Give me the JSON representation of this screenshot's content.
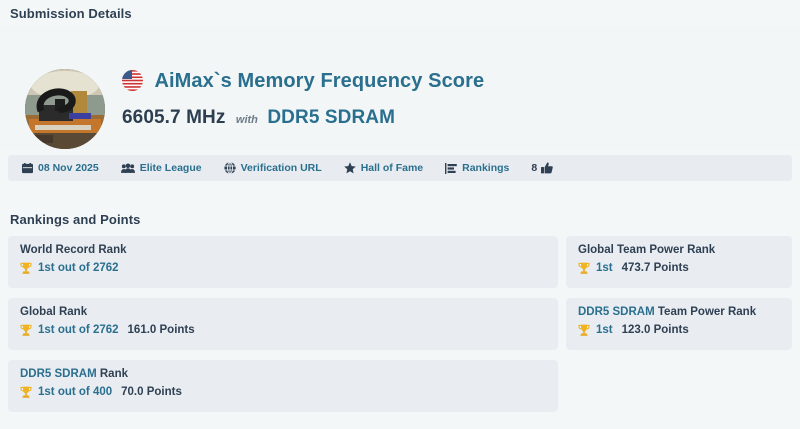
{
  "submission": {
    "section_heading": "Submission Details",
    "avatar_icon": "user-avatar-photo",
    "flag_icon": "us-flag-icon",
    "title": "AiMax`s Memory Frequency Score",
    "score_value": "6605.7 MHz",
    "with_word": "with",
    "hardware": "DDR5 SDRAM"
  },
  "meta": [
    {
      "icon": "calendar-icon",
      "label": "08 Nov 2025"
    },
    {
      "icon": "users-icon",
      "label": "Elite League"
    },
    {
      "icon": "globe-icon",
      "label": "Verification URL"
    },
    {
      "icon": "star-icon",
      "label": "Hall of Fame"
    },
    {
      "icon": "bar-chart-icon",
      "label": "Rankings"
    },
    {
      "icon": "thumbs-up-icon",
      "label": "8"
    }
  ],
  "rankings": {
    "section_heading": "Rankings and Points",
    "left_cards": [
      {
        "label": "World Record Rank",
        "label_link": "",
        "label_suffix": "",
        "trophy_icon": "trophy-icon",
        "position": "1st out of 2762",
        "points": ""
      },
      {
        "label": "Global Rank",
        "label_link": "",
        "label_suffix": "",
        "trophy_icon": "trophy-icon",
        "position": "1st out of 2762",
        "points": "161.0 Points"
      },
      {
        "label": "",
        "label_link": "DDR5 SDRAM",
        "label_suffix": "Rank",
        "trophy_icon": "trophy-icon",
        "position": "1st out of 400",
        "points": "70.0 Points"
      }
    ],
    "right_cards": [
      {
        "label": "Global Team Power Rank",
        "label_link": "",
        "label_suffix": "",
        "trophy_icon": "trophy-icon",
        "position": "1st",
        "points": "473.7 Points"
      },
      {
        "label": "",
        "label_link": "DDR5 SDRAM",
        "label_suffix": "Team Power Rank",
        "trophy_icon": "trophy-icon",
        "position": "1st",
        "points": "123.0 Points"
      }
    ]
  },
  "colors": {
    "page_background": "#f4f7f8",
    "header_panel": "#f2f6f7",
    "meta_bar": "#e8ecf0",
    "card": "#e9edf2",
    "link": "#2a6f8e",
    "text_dark": "#2f4053",
    "trophy_gold": "#f0b323"
  }
}
